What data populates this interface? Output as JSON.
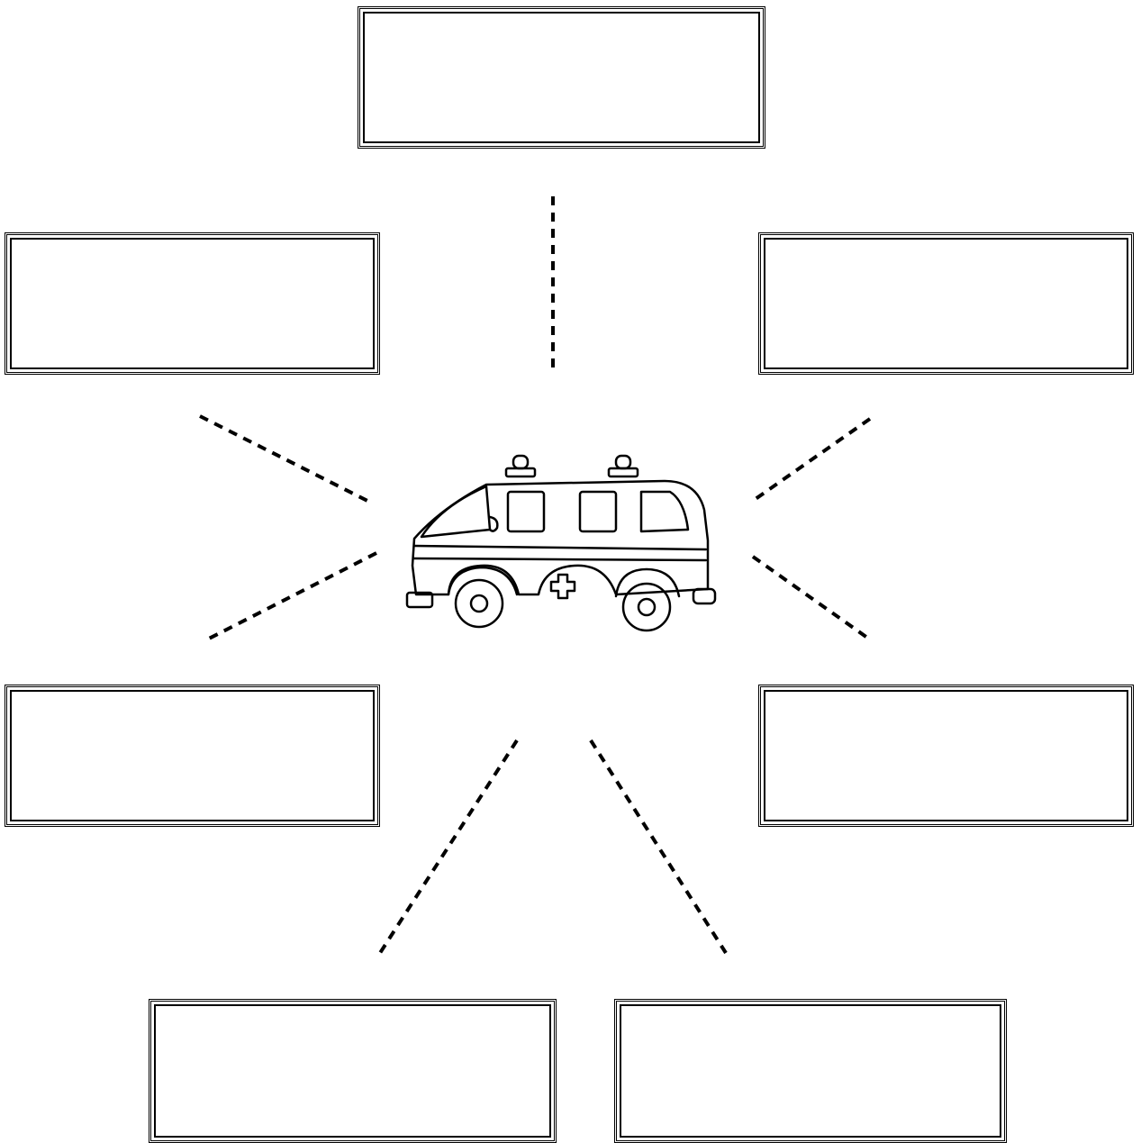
{
  "diagram": {
    "center": {
      "image": "ambulance-icon"
    },
    "boxes": [
      {
        "id": "top",
        "label": ""
      },
      {
        "id": "upper-left",
        "label": ""
      },
      {
        "id": "upper-right",
        "label": ""
      },
      {
        "id": "lower-left",
        "label": ""
      },
      {
        "id": "lower-right",
        "label": ""
      },
      {
        "id": "bottom-left",
        "label": ""
      },
      {
        "id": "bottom-right",
        "label": ""
      }
    ],
    "style": {
      "line_color": "#000000",
      "background": "#ffffff",
      "connector_style": "dashed"
    }
  }
}
